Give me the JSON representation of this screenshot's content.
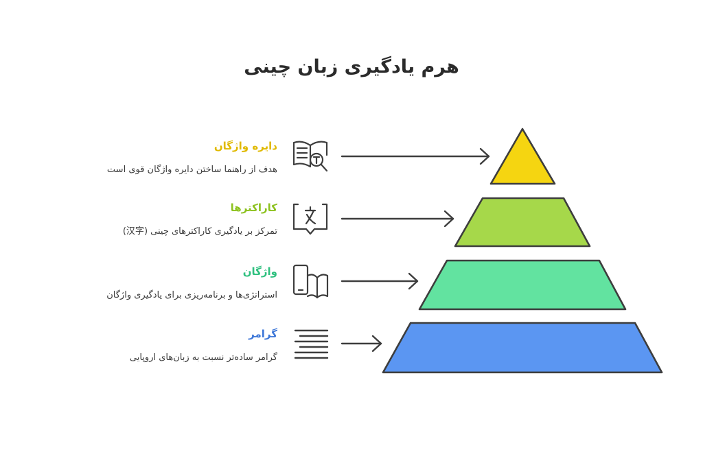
{
  "title": "هرم یادگیری زبان چینی",
  "layers": [
    {
      "title": "دایره واژگان",
      "description": "هدف از راهنما ساختن دایره واژگان قوی است",
      "color": "#f5d511",
      "title_color": "#e0b900",
      "icon": "book-search-icon"
    },
    {
      "title": "کاراکترها",
      "description": "تمرکز بر یادگیری کاراکترهای چینی (汉字)",
      "color": "#a6d84a",
      "title_color": "#8dc21f",
      "icon": "translate-icon"
    },
    {
      "title": "واژگان",
      "description": "استراتژی‌ها و برنامه‌ریزی برای یادگیری واژگان",
      "color": "#62e3a0",
      "title_color": "#2fc07f",
      "icon": "phone-book-icon"
    },
    {
      "title": "گرامر",
      "description": "گرامر ساده‌تر نسبت به زبان‌های اروپایی",
      "color": "#5b96f2",
      "title_color": "#3f78d8",
      "icon": "text-lines-icon"
    }
  ]
}
